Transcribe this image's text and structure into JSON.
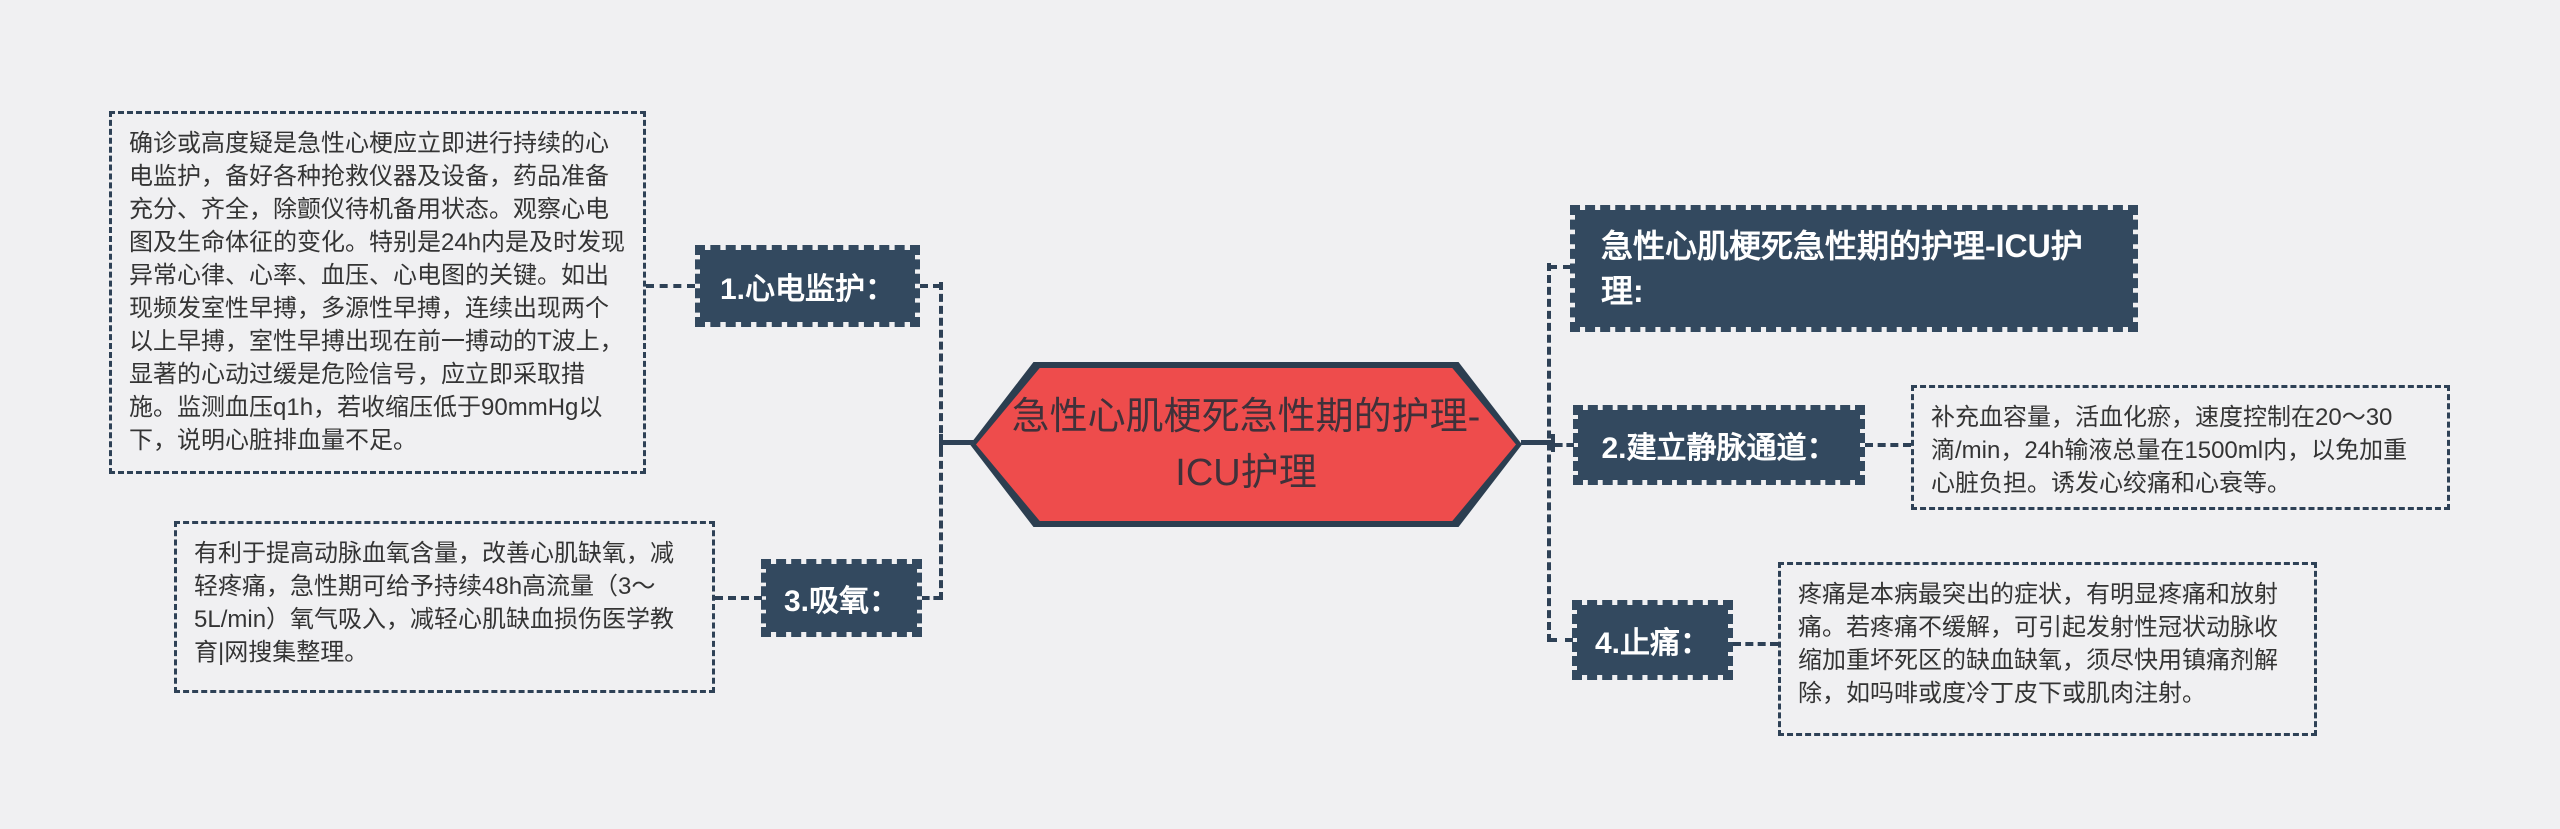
{
  "colors": {
    "background": "#f0f0f2",
    "central_fill": "#ee4c4c",
    "central_border": "#2c3e50",
    "central_text": "#40313a",
    "topic_fill": "#33495f",
    "topic_text": "#ffffff",
    "line": "#2e4156",
    "note_text": "#343434"
  },
  "central": {
    "label": "急性心肌梗死急性期的护理-ICU护理"
  },
  "branches": {
    "summary": {
      "label": "急性心肌梗死急性期的护理-ICU护理:"
    },
    "ecg": {
      "label": "1.心电监护：",
      "note": "确诊或高度疑是急性心梗应立即进行持续的心电监护，备好各种抢救仪器及设备，药品准备充分、齐全，除颤仪待机备用状态。观察心电图及生命体征的变化。特别是24h内是及时发现异常心律、心率、血压、心电图的关键。如出现频发室性早搏，多源性早搏，连续出现两个以上早搏，室性早搏出现在前一搏动的T波上，显著的心动过缓是危险信号，应立即采取措施。监测血压q1h，若收缩压低于90mmHg以下，说明心脏排血量不足。"
    },
    "iv": {
      "label": "2.建立静脉通道：",
      "note": "补充血容量，活血化瘀，速度控制在20～30滴/min，24h输液总量在1500ml内，以免加重心脏负担。诱发心绞痛和心衰等。"
    },
    "oxygen": {
      "label": "3.吸氧：",
      "note": "有利于提高动脉血氧含量，改善心肌缺氧，减轻疼痛，急性期可给予持续48h高流量（3～5L/min）氧气吸入，减轻心肌缺血损伤医学教育|网搜集整理。"
    },
    "pain": {
      "label": "4.止痛：",
      "note": "疼痛是本病最突出的症状，有明显疼痛和放射痛。若疼痛不缓解，可引起发射性冠状动脉收缩加重坏死区的缺血缺氧，须尽快用镇痛剂解除，如吗啡或度冷丁皮下或肌肉注射。"
    }
  }
}
